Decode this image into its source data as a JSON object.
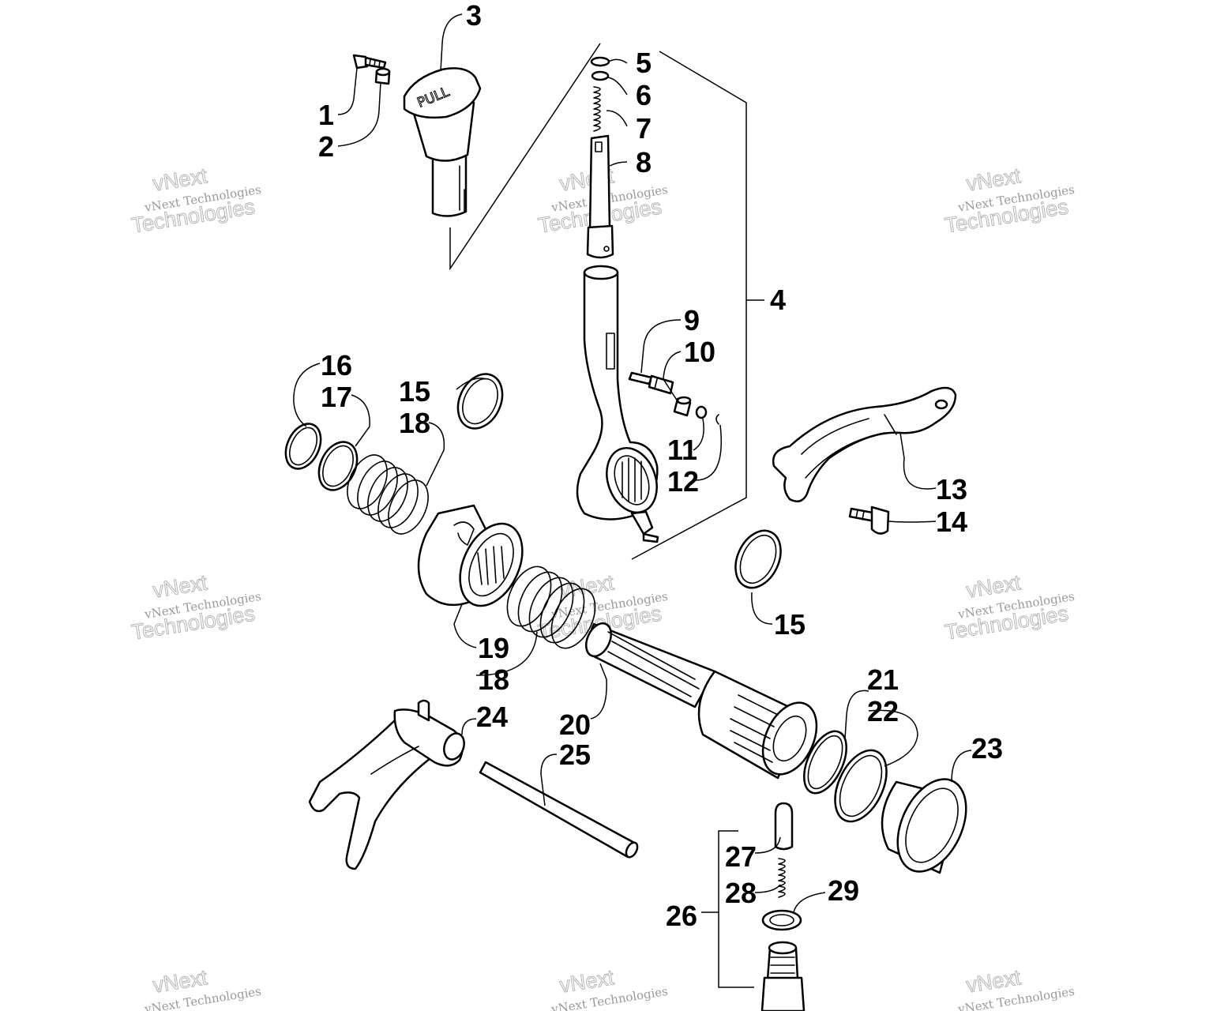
{
  "diagram": {
    "part_labels": [
      "1",
      "2",
      "3",
      "4",
      "5",
      "6",
      "7",
      "8",
      "9",
      "10",
      "11",
      "12",
      "13",
      "14",
      "15",
      "15",
      "16",
      "17",
      "18",
      "18",
      "19",
      "20",
      "21",
      "22",
      "23",
      "24",
      "25",
      "26",
      "27",
      "28",
      "29"
    ],
    "knob_text": "PULL",
    "watermark": {
      "line1": "vNext Technologies",
      "line2": "vNext",
      "line3": "Technologies"
    },
    "colors": {
      "ink": "#000000",
      "watermark": "#b5b5b5",
      "background": "#ffffff"
    }
  }
}
